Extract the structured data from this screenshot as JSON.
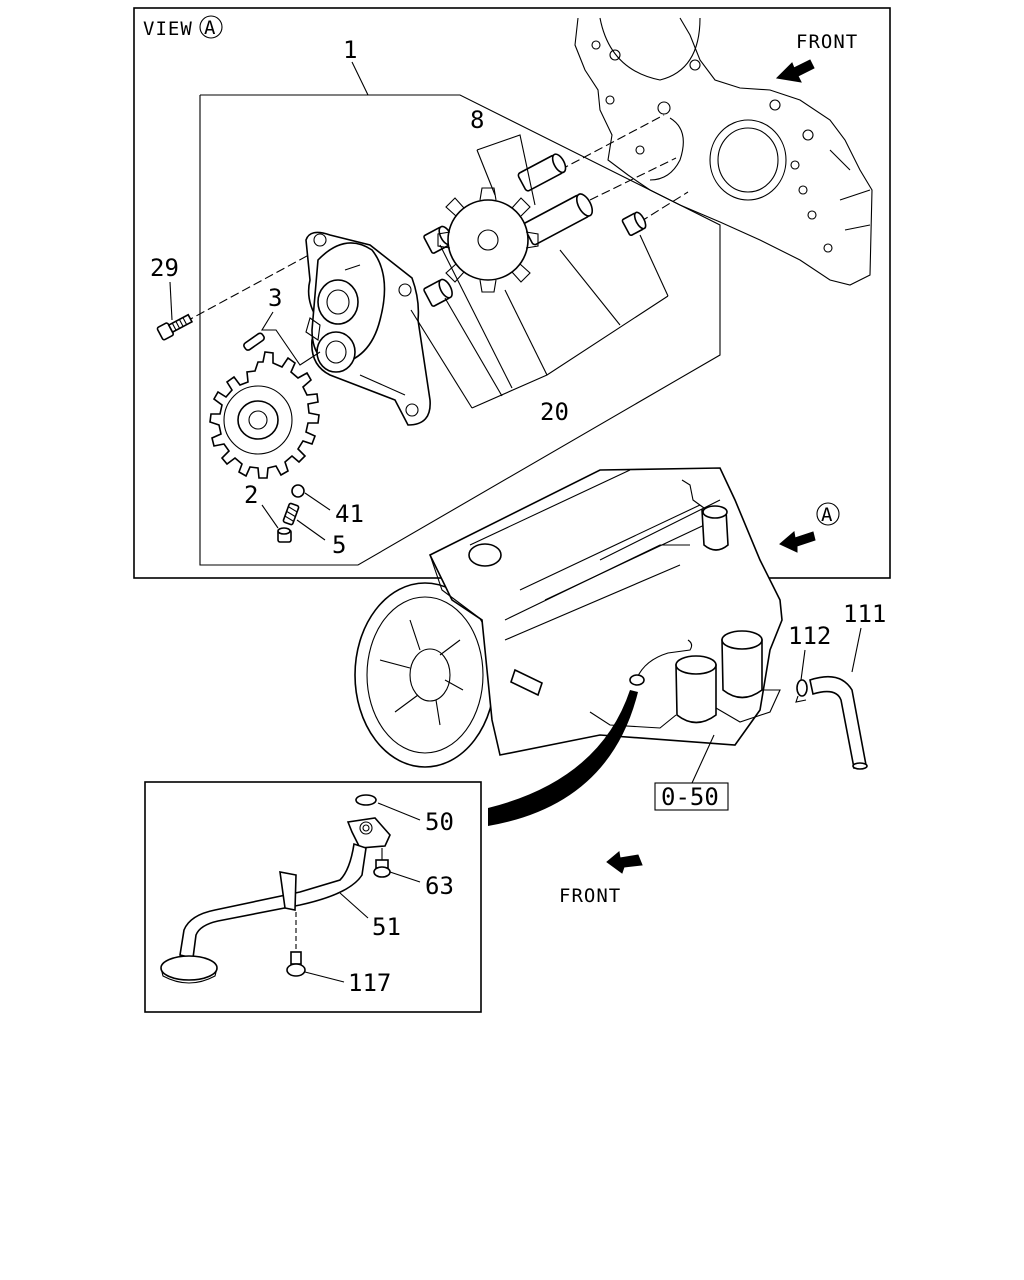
{
  "view": {
    "prefix": "VIEW",
    "letter": "A"
  },
  "front_labels": {
    "top": "FRONT",
    "bottom": "FRONT"
  },
  "view_marker": "A",
  "callouts": {
    "p1": "1",
    "p8": "8",
    "p29": "29",
    "p3": "3",
    "p20": "20",
    "p2": "2",
    "p41": "41",
    "p5": "5",
    "p111": "111",
    "p112": "112",
    "p50": "50",
    "p63": "63",
    "p51": "51",
    "p117": "117"
  },
  "ref_box": "0-50"
}
